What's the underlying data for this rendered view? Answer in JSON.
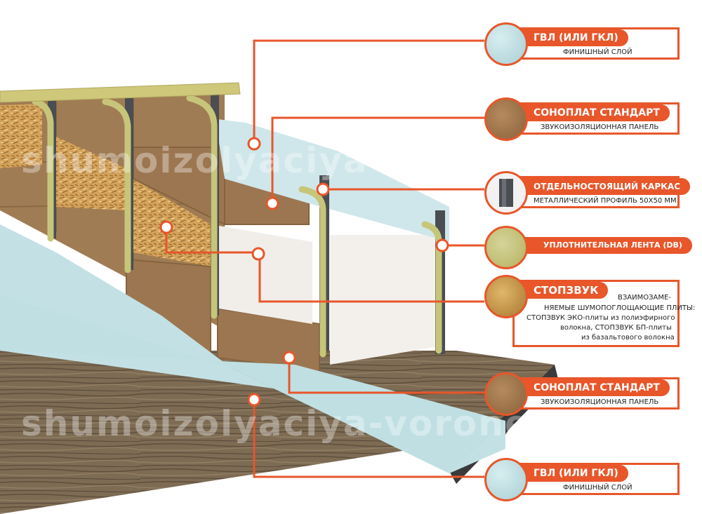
{
  "watermark": "shumoizolyaciya-voronezh.ru",
  "colors": {
    "accent": "#e8562a",
    "gvl": "#bfe0e4",
    "sonoplat": "#9c7650",
    "profile": "#4a4d52",
    "tape": "#c7c57a",
    "floor": "#7a6a52"
  },
  "callouts": [
    {
      "title": "ГВЛ (ИЛИ ГКЛ)",
      "subtitle": "ФИНИШНЫЙ СЛОЙ",
      "icon": "gvl-sample-icon"
    },
    {
      "title": "СОНОПЛАТ СТАНДАРТ",
      "subtitle": "ЗВУКОИЗОЛЯЦИОННАЯ ПАНЕЛЬ",
      "icon": "sonoplat-sample-icon"
    },
    {
      "title": "ОТДЕЛЬНОСТОЯЩИЙ КАРКАС",
      "subtitle": "МЕТАЛЛИЧЕСКИЙ ПРОФИЛЬ 50Х50 ММ",
      "icon": "metal-profile-icon"
    },
    {
      "title": "УПЛОТНИТЕЛЬНАЯ ЛЕНТА (DB)",
      "subtitle": "",
      "icon": "sealing-tape-icon"
    },
    {
      "title": "СТОПЗВУК",
      "subtitle_lines": [
        "ВЗАИМОЗАМЕ-",
        "НЯЕМЫЕ ШУМОПОГЛОЩАЮЩИЕ ПЛИТЫ:",
        "СТОПЗВУК ЭКО-плиты из полиэфирного",
        "волокна, СТОПЗВУК БП-плиты",
        "из базальтового волокна"
      ],
      "icon": "stopzvuk-sample-icon"
    },
    {
      "title": "СОНОПЛАТ СТАНДАРТ",
      "subtitle": "ЗВУКОИЗОЛЯЦИОННАЯ ПАНЕЛЬ",
      "icon": "sonoplat-sample-icon"
    },
    {
      "title": "ГВЛ (ИЛИ ГКЛ)",
      "subtitle": "ФИНИШНЫЙ СЛОЙ",
      "icon": "gvl-sample-icon"
    }
  ]
}
